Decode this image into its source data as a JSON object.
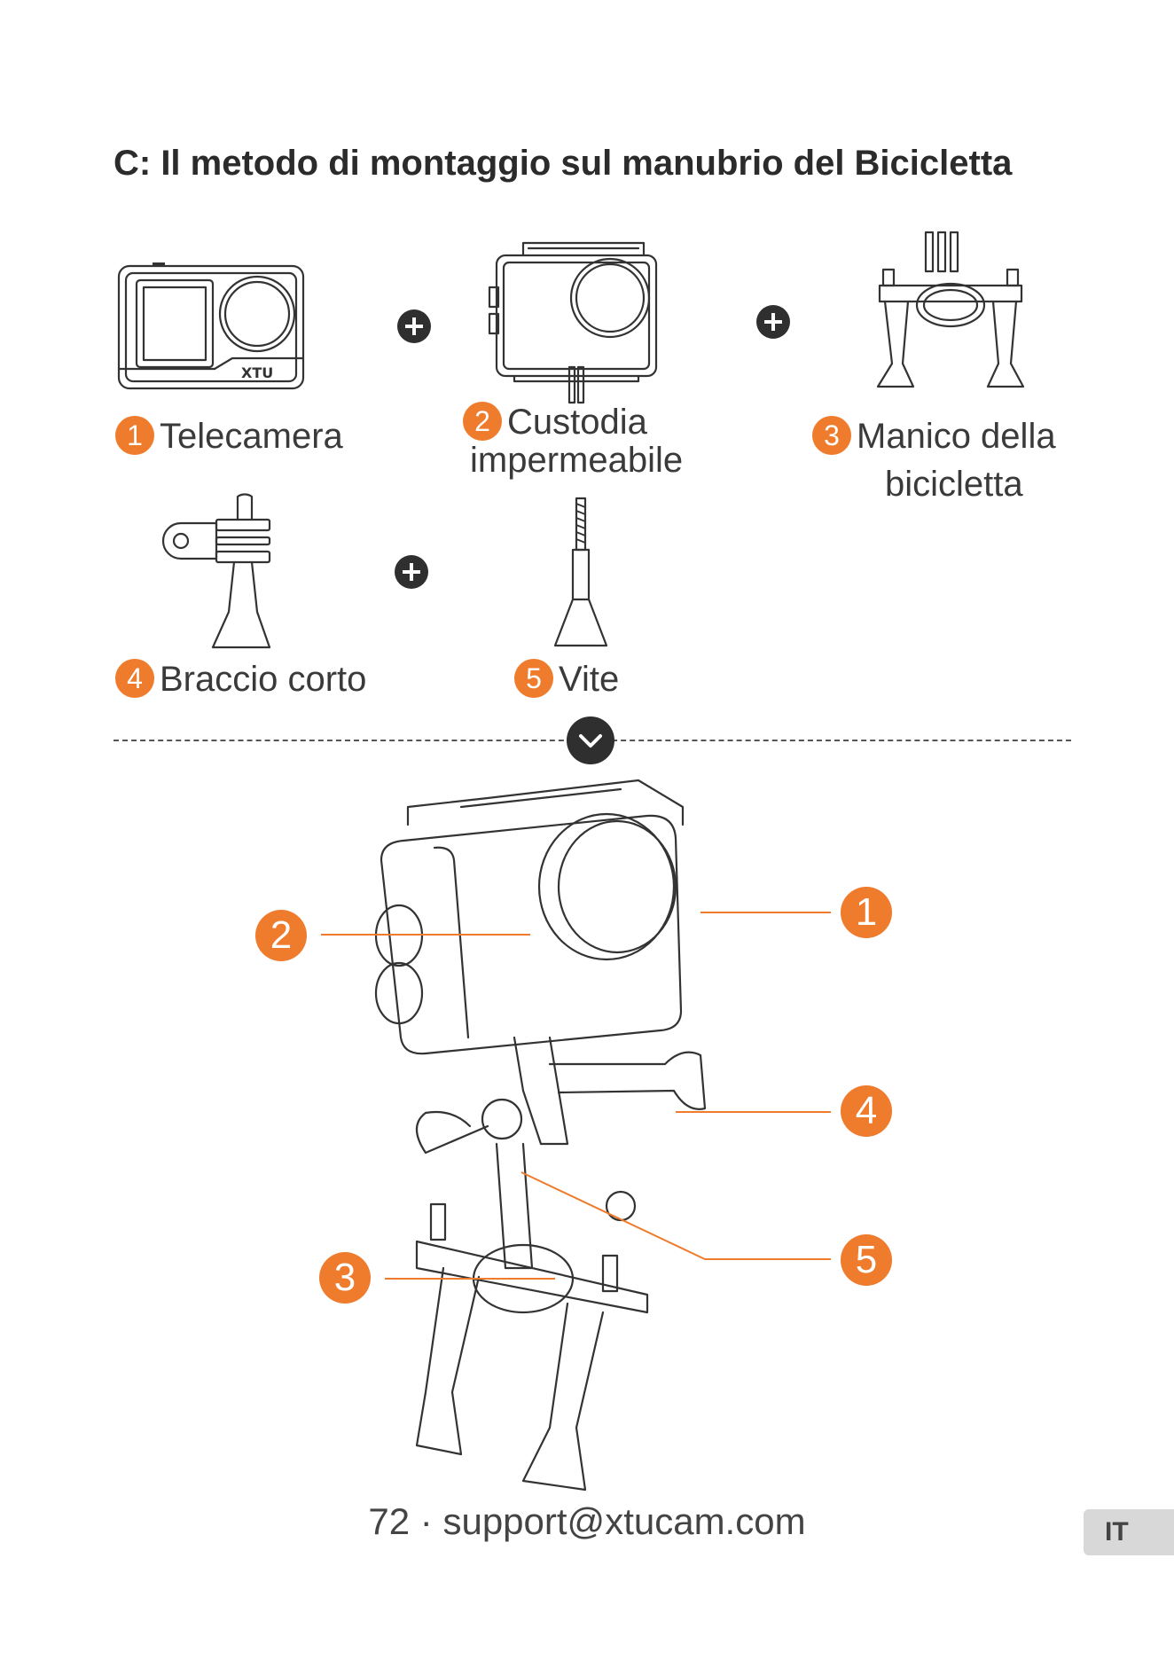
{
  "title": "C: Il metodo di montaggio sul manubrio del Bicicletta",
  "parts": [
    {
      "num": "1",
      "label": "Telecamera",
      "icon": "action-camera-icon"
    },
    {
      "num": "2",
      "label_line1": "Custodia",
      "label_line2": "impermeabile",
      "icon": "waterproof-case-icon"
    },
    {
      "num": "3",
      "label_line1": "Manico della",
      "label_line2": "bicicletta",
      "icon": "bike-handlebar-mount-icon"
    },
    {
      "num": "4",
      "label": "Braccio corto",
      "icon": "short-arm-icon"
    },
    {
      "num": "5",
      "label": "Vite",
      "icon": "screw-icon"
    }
  ],
  "camera_brand": "XTU",
  "callouts": [
    "1",
    "2",
    "3",
    "4",
    "5"
  ],
  "footer": "72 · support@xtucam.com",
  "language_tab": "IT",
  "colors": {
    "accent": "#ef7b2c",
    "dark": "#2f2f2f",
    "tab": "#d8d8d8"
  }
}
